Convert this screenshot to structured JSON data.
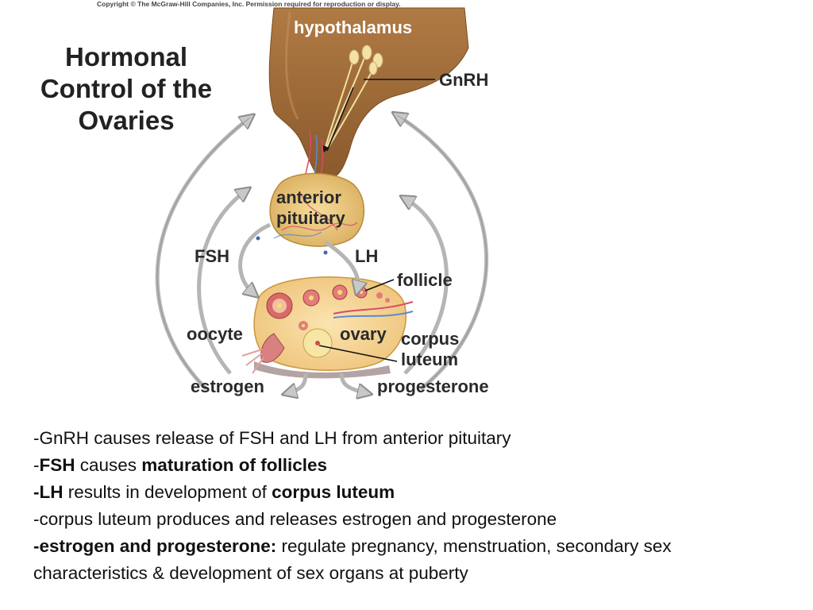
{
  "copyright": "Copyright © The McGraw-Hill Companies, Inc. Permission required for reproduction or display.",
  "title": "Hormonal\nControl of the\nOvaries",
  "labels": {
    "hypothalamus": "hypothalamus",
    "gnrh": "GnRH",
    "anterior": "anterior",
    "pituitary": "pituitary",
    "fsh": "FSH",
    "lh": "LH",
    "follicle": "follicle",
    "oocyte": "oocyte",
    "ovary": "ovary",
    "corpus": "corpus",
    "luteum": "luteum",
    "estrogen": "estrogen",
    "progesterone": "progesterone"
  },
  "bullets": {
    "l1": "-GnRH causes release of FSH and LH from anterior pituitary",
    "l2_a": "-",
    "l2_b": "FSH",
    "l2_c": " causes ",
    "l2_d": "maturation of follicles",
    "l3_a": "-LH",
    "l3_b": " results in development of ",
    "l3_c": "corpus luteum",
    "l4": "-corpus luteum produces and releases estrogen and progesterone",
    "l5_a": "-estrogen and progesterone:",
    "l5_b": " regulate pregnancy, menstruation, secondary sex",
    "l6": "characteristics & development of sex organs at puberty"
  },
  "colors": {
    "hypothalamus_fill": "#9c6a38",
    "pituitary_fill": "#e8c77a",
    "ovary_fill": "#f6d79a",
    "arrow_gray": "#b5b5b5"
  }
}
